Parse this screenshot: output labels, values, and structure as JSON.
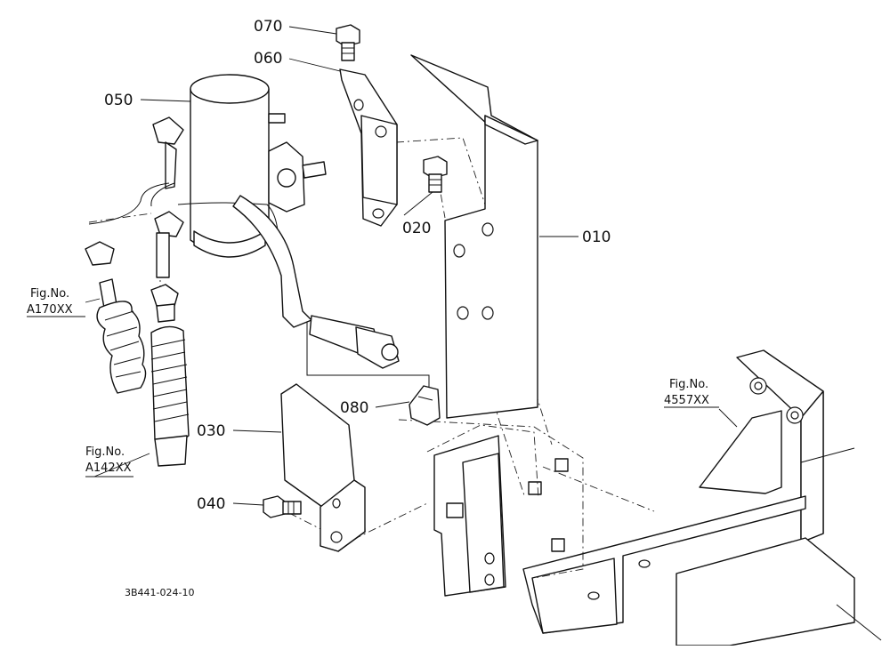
{
  "labels": {
    "p010": "010",
    "p020": "020",
    "p030": "030",
    "p040": "040",
    "p050": "050",
    "p060": "060",
    "p070": "070",
    "p080": "080"
  },
  "refs": {
    "a170": {
      "line1": "Fig.No.",
      "line2": "A170XX"
    },
    "a142": {
      "line1": "Fig.No.",
      "line2": "A142XX"
    },
    "f4557": {
      "line1": "Fig.No.",
      "line2": "4557XX"
    }
  },
  "drawing_code": "3B441-024-10"
}
